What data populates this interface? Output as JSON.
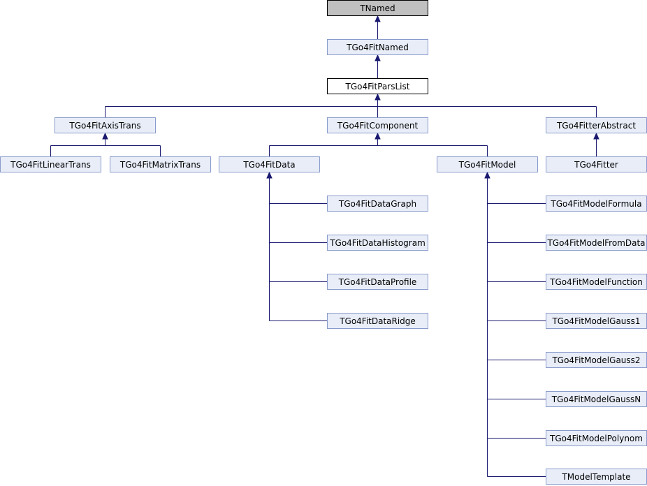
{
  "colors": {
    "node_fill": "#e8edf8",
    "node_border": "#8a9bcb",
    "root_fill": "#c0c0c0",
    "root_border": "#000000",
    "focus_fill": "#ffffff",
    "focus_border": "#000000",
    "edge": "#191970"
  },
  "nodes": [
    {
      "id": "tnamed",
      "label": "TNamed",
      "style": "root"
    },
    {
      "id": "tgo4fitnamed",
      "label": "TGo4FitNamed",
      "style": "normal"
    },
    {
      "id": "tgo4fitparslist",
      "label": "TGo4FitParsList",
      "style": "focus"
    },
    {
      "id": "tgo4fitaxistrans",
      "label": "TGo4FitAxisTrans",
      "style": "normal"
    },
    {
      "id": "tgo4fitcomponent",
      "label": "TGo4FitComponent",
      "style": "normal"
    },
    {
      "id": "tgo4fitterabstract",
      "label": "TGo4FitterAbstract",
      "style": "normal"
    },
    {
      "id": "tgo4fitlineartrans",
      "label": "TGo4FitLinearTrans",
      "style": "normal"
    },
    {
      "id": "tgo4fitmatrixtrans",
      "label": "TGo4FitMatrixTrans",
      "style": "normal"
    },
    {
      "id": "tgo4fitdata",
      "label": "TGo4FitData",
      "style": "normal"
    },
    {
      "id": "tgo4fitmodel",
      "label": "TGo4FitModel",
      "style": "normal"
    },
    {
      "id": "tgo4fitter",
      "label": "TGo4Fitter",
      "style": "normal"
    },
    {
      "id": "tgo4fitdatagraph",
      "label": "TGo4FitDataGraph",
      "style": "normal"
    },
    {
      "id": "tgo4fitdatahistogram",
      "label": "TGo4FitDataHistogram",
      "style": "normal"
    },
    {
      "id": "tgo4fitdataprofile",
      "label": "TGo4FitDataProfile",
      "style": "normal"
    },
    {
      "id": "tgo4fitdataridge",
      "label": "TGo4FitDataRidge",
      "style": "normal"
    },
    {
      "id": "tgo4fitmodelformula",
      "label": "TGo4FitModelFormula",
      "style": "normal"
    },
    {
      "id": "tgo4fitmodelfromdata",
      "label": "TGo4FitModelFromData",
      "style": "normal"
    },
    {
      "id": "tgo4fitmodelfunction",
      "label": "TGo4FitModelFunction",
      "style": "normal"
    },
    {
      "id": "tgo4fitmodelgauss1",
      "label": "TGo4FitModelGauss1",
      "style": "normal"
    },
    {
      "id": "tgo4fitmodelgauss2",
      "label": "TGo4FitModelGauss2",
      "style": "normal"
    },
    {
      "id": "tgo4fitmodelgaussn",
      "label": "TGo4FitModelGaussN",
      "style": "normal"
    },
    {
      "id": "tgo4fitmodelpolynom",
      "label": "TGo4FitModelPolynom",
      "style": "normal"
    },
    {
      "id": "tmodeltemplate",
      "label": "TModelTemplate",
      "style": "normal"
    }
  ],
  "edges": [
    {
      "from": "tgo4fitnamed",
      "to": "tnamed"
    },
    {
      "from": "tgo4fitparslist",
      "to": "tgo4fitnamed"
    },
    {
      "from": "tgo4fitaxistrans",
      "to": "tgo4fitparslist"
    },
    {
      "from": "tgo4fitcomponent",
      "to": "tgo4fitparslist"
    },
    {
      "from": "tgo4fitterabstract",
      "to": "tgo4fitparslist"
    },
    {
      "from": "tgo4fitlineartrans",
      "to": "tgo4fitaxistrans"
    },
    {
      "from": "tgo4fitmatrixtrans",
      "to": "tgo4fitaxistrans"
    },
    {
      "from": "tgo4fitdata",
      "to": "tgo4fitcomponent"
    },
    {
      "from": "tgo4fitmodel",
      "to": "tgo4fitcomponent"
    },
    {
      "from": "tgo4fitter",
      "to": "tgo4fitterabstract"
    },
    {
      "from": "tgo4fitdatagraph",
      "to": "tgo4fitdata"
    },
    {
      "from": "tgo4fitdatahistogram",
      "to": "tgo4fitdata"
    },
    {
      "from": "tgo4fitdataprofile",
      "to": "tgo4fitdata"
    },
    {
      "from": "tgo4fitdataridge",
      "to": "tgo4fitdata"
    },
    {
      "from": "tgo4fitmodelformula",
      "to": "tgo4fitmodel"
    },
    {
      "from": "tgo4fitmodelfromdata",
      "to": "tgo4fitmodel"
    },
    {
      "from": "tgo4fitmodelfunction",
      "to": "tgo4fitmodel"
    },
    {
      "from": "tgo4fitmodelgauss1",
      "to": "tgo4fitmodel"
    },
    {
      "from": "tgo4fitmodelgauss2",
      "to": "tgo4fitmodel"
    },
    {
      "from": "tgo4fitmodelgaussn",
      "to": "tgo4fitmodel"
    },
    {
      "from": "tgo4fitmodelpolynom",
      "to": "tgo4fitmodel"
    },
    {
      "from": "tmodeltemplate",
      "to": "tgo4fitmodel"
    }
  ]
}
